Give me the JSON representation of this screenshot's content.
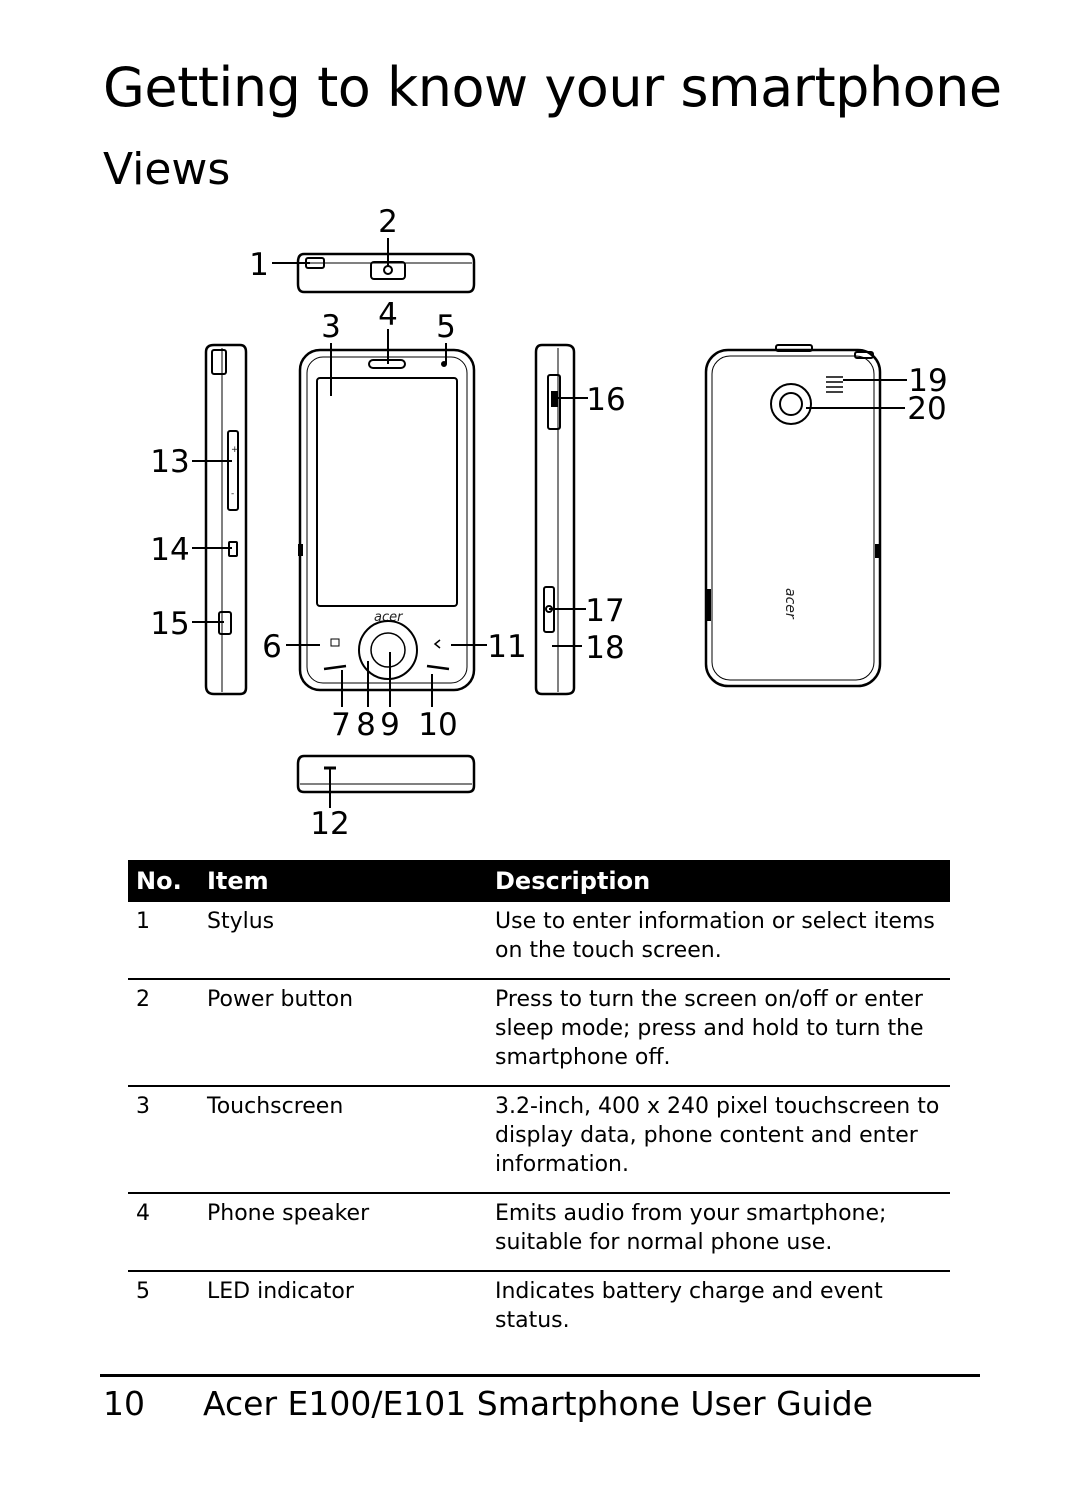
{
  "page": {
    "title": "Getting to know your smartphone",
    "section_heading": "Views"
  },
  "figure": {
    "callouts": [
      "1",
      "2",
      "3",
      "4",
      "5",
      "6",
      "7",
      "8",
      "9",
      "10",
      "11",
      "12",
      "13",
      "14",
      "15",
      "16",
      "17",
      "18",
      "19",
      "20"
    ],
    "brand_text": "acer"
  },
  "table": {
    "headers": {
      "no": "No.",
      "item": "Item",
      "description": "Description"
    },
    "rows": [
      {
        "no": "1",
        "item": "Stylus",
        "description": "Use to enter information or select items on the touch screen."
      },
      {
        "no": "2",
        "item": "Power button",
        "description": "Press to turn the screen on/off or enter sleep mode; press and hold to turn the smartphone off."
      },
      {
        "no": "3",
        "item": "Touchscreen",
        "description": "3.2-inch, 400 x 240 pixel touchscreen to display data, phone content and enter information."
      },
      {
        "no": "4",
        "item": "Phone speaker",
        "description": "Emits audio from your smartphone; suitable for normal phone use."
      },
      {
        "no": "5",
        "item": "LED indicator",
        "description": "Indicates battery charge and event status."
      }
    ]
  },
  "footer": {
    "page_number": "10",
    "guide_title": "Acer E100/E101 Smartphone User Guide"
  }
}
